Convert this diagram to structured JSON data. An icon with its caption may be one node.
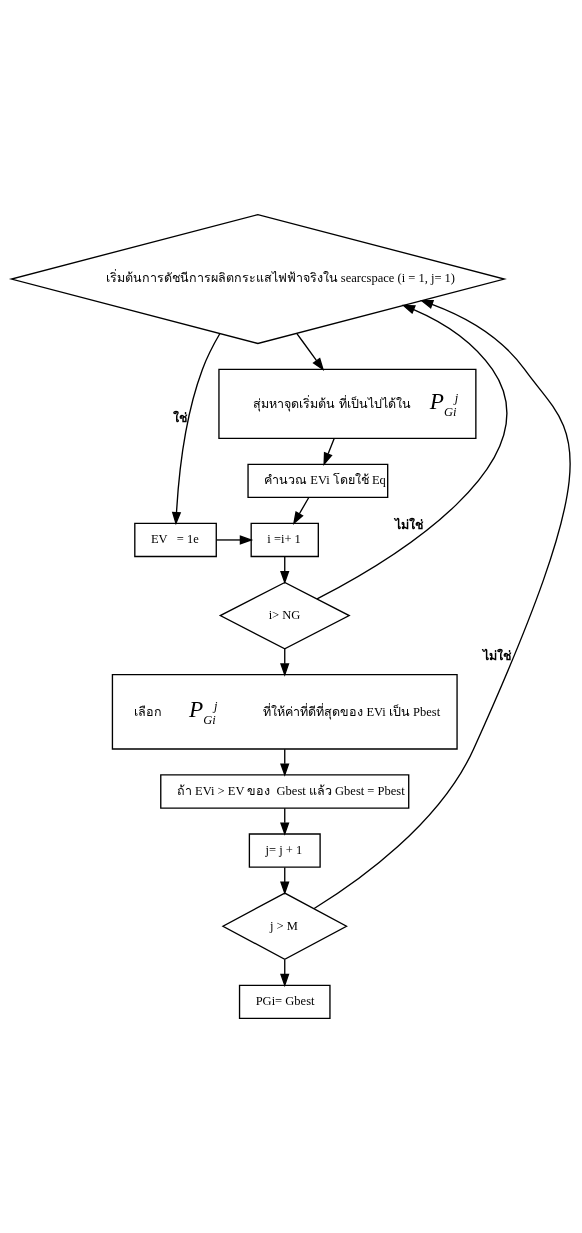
{
  "diagram": {
    "nodes": [
      {
        "text": [
          "เริ่มต้นการดัชนีการผลิตกระแสไฟฟ้าจริงใน searcspace (i = 1, j= 1)"
        ]
      },
      {
        "text": [
          "สุ่มหาจุดเริ่มต้น ที่เป็นไปได้ใน *P*$_{Gi}$$^{j}$"
        ]
      },
      {
        "text": [
          "คำนวณ EVi โดยใช้ Eq"
        ]
      },
      {
        "text": [
          "EV   = 1e"
        ]
      },
      {
        "text": [
          "i =i+ 1"
        ]
      },
      {
        "text": [
          "i> NG"
        ]
      },
      {
        "text": [
          "เลือก *P*$_{Gi}$$^{j}$ ที่ให้ค่าที่ดีที่สุดของ EVi เป็น Pbest"
        ]
      },
      {
        "text": [
          "ถ้า EVi > EV ของ  Gbest แล้ว Gbest = Pbest"
        ]
      },
      {
        "text": [
          "j= j + 1"
        ]
      },
      {
        "text": [
          "j > M"
        ]
      },
      {
        "text": [
          "PGi= Gbest"
        ]
      }
    ],
    "edges": [
      {
        "from": 0,
        "to": 1,
        "arrow": "to"
      },
      {
        "from": 1,
        "to": 2,
        "arrow": "to"
      },
      {
        "from": 2,
        "to": 4,
        "arrow": "to"
      },
      {
        "from": 0,
        "to": 3,
        "arrow": "to",
        "label": "ใช่"
      },
      {
        "from": 3,
        "to": 4,
        "arrow": "to"
      },
      {
        "from": 4,
        "to": 5,
        "arrow": "to"
      },
      {
        "from": 5,
        "to": 6,
        "arrow": "to"
      },
      {
        "from": 5,
        "to": 0,
        "arrow": "to",
        "label": "ไม่ใช่"
      },
      {
        "from": 6,
        "to": 7,
        "arrow": "to"
      },
      {
        "from": 7,
        "to": 8,
        "arrow": "to"
      },
      {
        "from": 8,
        "to": 9,
        "arrow": "to"
      },
      {
        "from": 9,
        "to": 10,
        "arrow": "to"
      },
      {
        "from": 9,
        "to": 0,
        "arrow": "to",
        "label": "ไม่ใช่"
      }
    ]
  }
}
